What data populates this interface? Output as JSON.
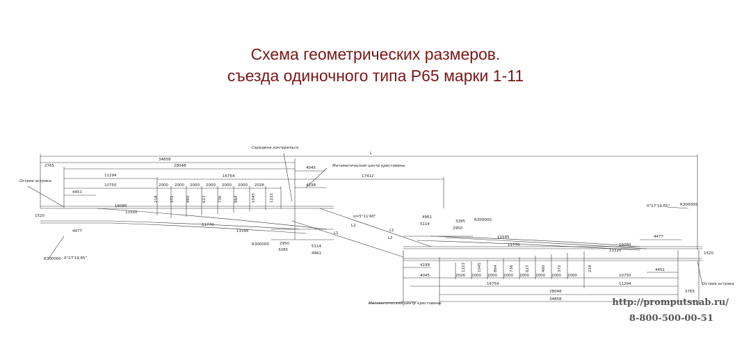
{
  "title": {
    "line1": "Схема геометрических размеров.",
    "line2": "съезда одиночного типа Р65 марки 1-11"
  },
  "diagram": {
    "overall_length_label": "L",
    "total": "34858",
    "d28048": "28048",
    "d2765": "2765",
    "d4045": "4045",
    "d11294": "11294",
    "d16754": "16754",
    "d17412": "17412",
    "d4451": "4451",
    "d10750": "10750",
    "d4198": "4198",
    "d4477": "4477",
    "d4961": "4961",
    "d5114": "5114",
    "d2950": "2950",
    "d3285": "3285",
    "seg2000": "2000",
    "seg2026": "2026",
    "seg16080": "16080",
    "seg13320": "13320",
    "seg11770": "11770",
    "seg11595": "11595",
    "gauge1520": "1520",
    "angle": "α=5°11'40\"",
    "angle_small": "0°27'19,65\"",
    "radius": "R300000",
    "label_point_tip": "Острие остряка",
    "label_mid_guard": "Середина контррельса",
    "label_math_center": "Математический центр крестовины",
    "mark_L1": "L1",
    "mark_L2": "L2",
    "vert_labels_left": [
      "218",
      "372",
      "460",
      "627",
      "736",
      "864",
      "1045",
      "1222"
    ],
    "vert_labels_right": [
      "1223",
      "1045",
      "864",
      "736",
      "627",
      "460",
      "372",
      "218"
    ]
  },
  "footer": {
    "url": "http://promputsnab.ru/",
    "phone": "8-800-500-00-51"
  },
  "colors": {
    "title": "#7a1515",
    "line": "#333333",
    "footer": "#555555"
  }
}
